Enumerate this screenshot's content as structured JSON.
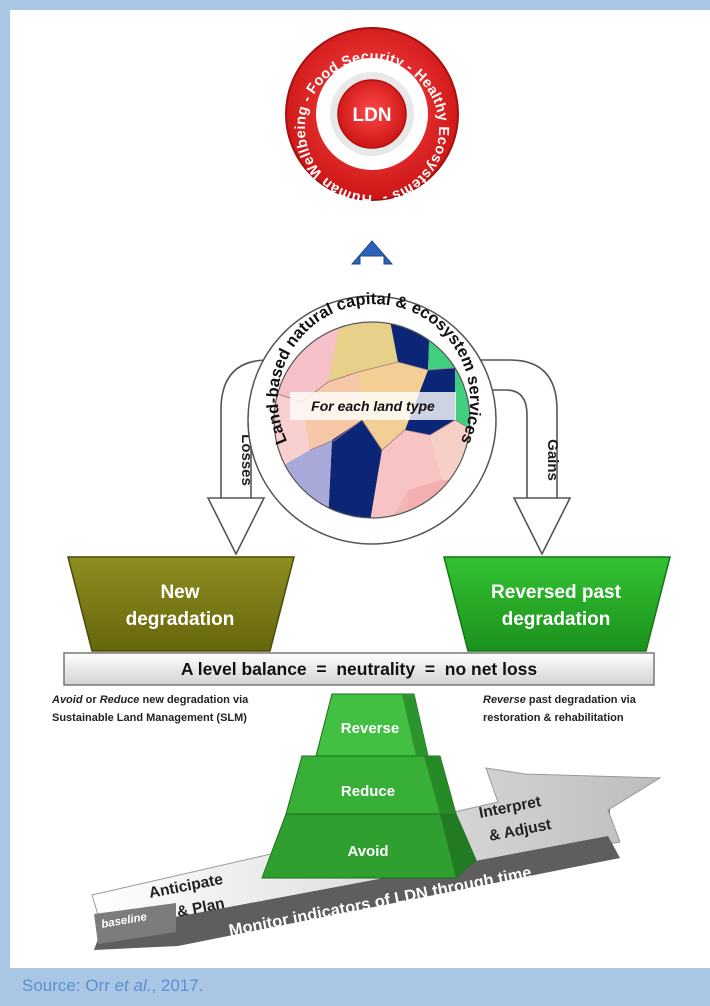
{
  "goal": {
    "center": "LDN",
    "ring_text": "Human Wellbeing - Food Security - Healthy Ecosystems -"
  },
  "capital": {
    "arc_text": "Land-based natural capital & ecosystem services",
    "banner": "For each land type"
  },
  "arrows": {
    "losses": "Losses",
    "gains": "Gains"
  },
  "pans": {
    "left": {
      "line1": "New",
      "line2": "degradation"
    },
    "right": {
      "line1": "Reversed past",
      "line2": "degradation"
    }
  },
  "balance_bar": "A level balance  =  neutrality  =  no net loss",
  "notes": {
    "left": {
      "line1_em1": "Avoid",
      "line1_mid": " or ",
      "line1_em2": "Reduce",
      "line1_rest": " new degradation via",
      "line2": "Sustainable Land Management (SLM)"
    },
    "right": {
      "line1_em": "Reverse",
      "line1_rest": " past degradation via",
      "line2": "restoration & rehabilitation"
    }
  },
  "pyramid": {
    "top": "Reverse",
    "middle": "Reduce",
    "bottom": "Avoid"
  },
  "timeline": {
    "baseline": "baseline",
    "main": "Monitor indicators of LDN through time",
    "start_line1": "Anticipate",
    "start_line2": "& Plan",
    "end_line1": "Interpret",
    "end_line2": "& Adjust"
  },
  "source": {
    "prefix": "Source: Orr ",
    "em": "et al.",
    "suffix": ", 2017."
  },
  "colors": {
    "goal_red": "#e02020",
    "globe_navy": "#0b2577",
    "new_degradation": "#7a7a10",
    "reversed_degradation": "#22b022",
    "pyramid_green": "#2f9a2f",
    "arrow_blue": "#2a63b8",
    "frame_blue": "#a9c6e4"
  }
}
